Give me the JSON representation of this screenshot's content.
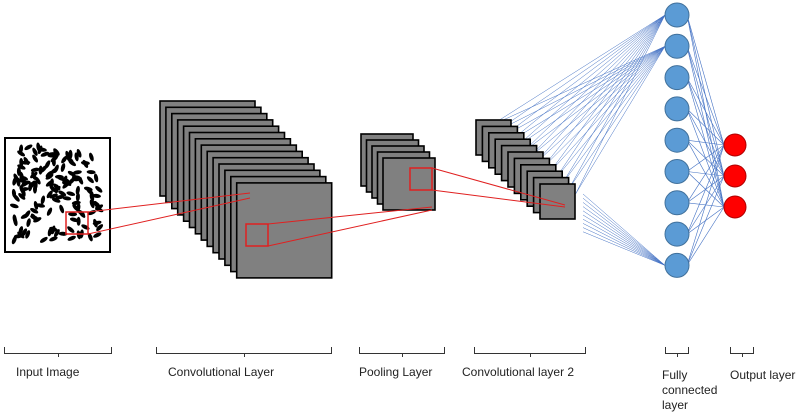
{
  "diagram": {
    "labels": {
      "input_image": "Input Image",
      "conv_layer": "Convolutional Layer",
      "pooling_layer": "Pooling Layer",
      "conv_layer_2": "Convolutional layer 2",
      "fully_connected_line1": "Fully",
      "fully_connected_line2": "connected",
      "fully_connected_line3": "layer",
      "output_layer": "Output layer"
    },
    "colors": {
      "feature_map_fill": "#808080",
      "stack_outline": "#000000",
      "receptive_field": "#e02020",
      "hidden_node": "#5b9bd5",
      "output_node": "#ff0000",
      "connection": "#4472c4"
    },
    "counts": {
      "conv_maps": 14,
      "pool_maps": 5,
      "conv2_maps": 11,
      "fully_connected_nodes": 9,
      "output_nodes": 3
    }
  }
}
